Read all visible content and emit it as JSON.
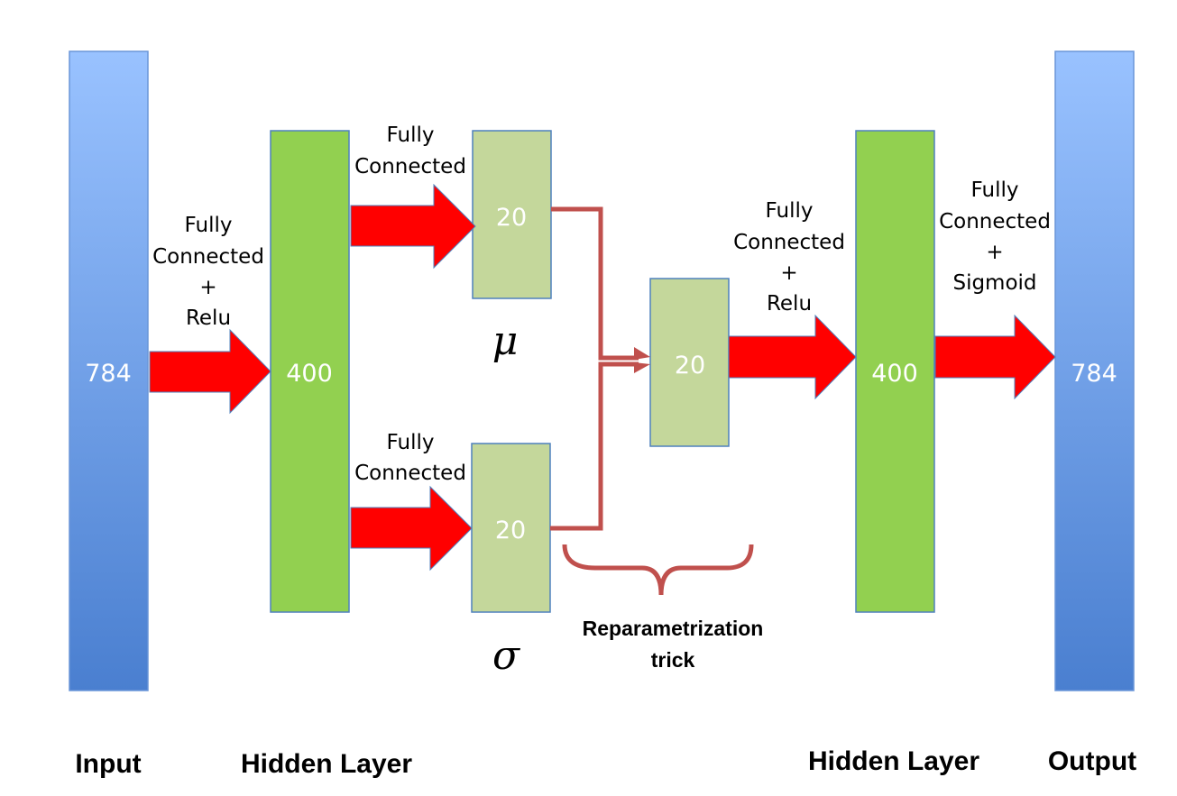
{
  "colors": {
    "input_output_top": "#99c2ff",
    "input_output_bottom": "#4a7fd0",
    "hidden": "#92d050",
    "latent": "#c4d79b",
    "arrow": "#ff0000",
    "connector": "#c0504d",
    "border": "#4f81bd"
  },
  "layers": {
    "input": {
      "size": "784",
      "caption": "Input"
    },
    "hidden1": {
      "size": "400",
      "caption": "Hidden Layer"
    },
    "mu": {
      "size": "20",
      "symbol": "μ"
    },
    "sigma": {
      "size": "20",
      "symbol": "σ"
    },
    "z": {
      "size": "20"
    },
    "hidden2": {
      "size": "400",
      "caption": "Hidden Layer"
    },
    "output": {
      "size": "784",
      "caption": "Output"
    }
  },
  "edges": {
    "input_hidden1": [
      "Fully",
      "Connected",
      "+",
      "Relu"
    ],
    "hidden1_mu": [
      "Fully",
      "Connected"
    ],
    "hidden1_sigma": [
      "Fully",
      "Connected"
    ],
    "z_hidden2": [
      "Fully",
      "Connected",
      "+",
      "Relu"
    ],
    "hidden2_output": [
      "Fully",
      "Connected",
      "+",
      "Sigmoid"
    ]
  },
  "reparam": [
    "Reparametrization",
    "trick"
  ]
}
